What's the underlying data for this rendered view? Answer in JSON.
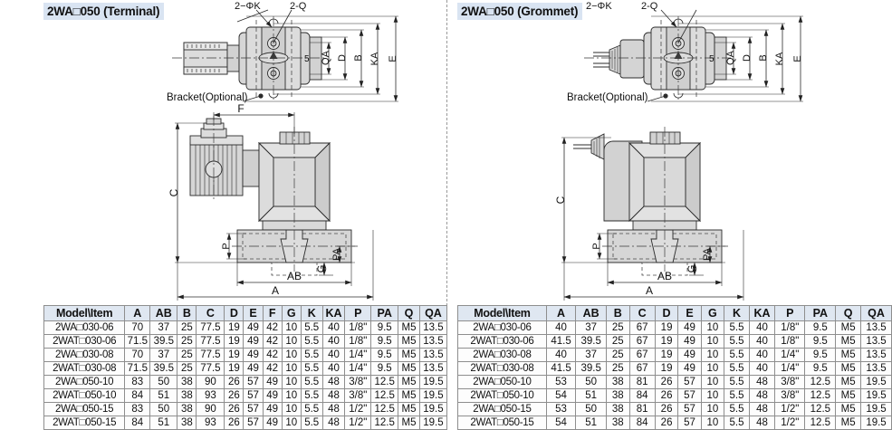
{
  "panels": {
    "left": {
      "title": "2WA□050 (Terminal)",
      "callouts": {
        "hole": "2−ΦK",
        "port": "2-Q",
        "bracket": "Bracket(Optional)",
        "center_mark": "5"
      },
      "top_view_dims": [
        "QA",
        "D",
        "B",
        "KA",
        "E"
      ],
      "front_view_dims": [
        "C",
        "F",
        "P",
        "PA",
        "G",
        "AB",
        "A"
      ],
      "table": {
        "headers": [
          "Model\\Item",
          "A",
          "AB",
          "B",
          "C",
          "D",
          "E",
          "F",
          "G",
          "K",
          "KA",
          "P",
          "PA",
          "Q",
          "QA"
        ],
        "rows": [
          [
            "2WA□030-06",
            "70",
            "37",
            "25",
            "77.5",
            "19",
            "49",
            "42",
            "10",
            "5.5",
            "40",
            "1/8\"",
            "9.5",
            "M5",
            "13.5"
          ],
          [
            "2WAT□030-06",
            "71.5",
            "39.5",
            "25",
            "77.5",
            "19",
            "49",
            "42",
            "10",
            "5.5",
            "40",
            "1/8\"",
            "9.5",
            "M5",
            "13.5"
          ],
          [
            "2WA□030-08",
            "70",
            "37",
            "25",
            "77.5",
            "19",
            "49",
            "42",
            "10",
            "5.5",
            "40",
            "1/4\"",
            "9.5",
            "M5",
            "13.5"
          ],
          [
            "2WAT□030-08",
            "71.5",
            "39.5",
            "25",
            "77.5",
            "19",
            "49",
            "42",
            "10",
            "5.5",
            "40",
            "1/4\"",
            "9.5",
            "M5",
            "13.5"
          ],
          [
            "2WA□050-10",
            "83",
            "50",
            "38",
            "90",
            "26",
            "57",
            "49",
            "10",
            "5.5",
            "48",
            "3/8\"",
            "12.5",
            "M5",
            "19.5"
          ],
          [
            "2WAT□050-10",
            "84",
            "51",
            "38",
            "93",
            "26",
            "57",
            "49",
            "10",
            "5.5",
            "48",
            "3/8\"",
            "12.5",
            "M5",
            "19.5"
          ],
          [
            "2WA□050-15",
            "83",
            "50",
            "38",
            "90",
            "26",
            "57",
            "49",
            "10",
            "5.5",
            "48",
            "1/2\"",
            "12.5",
            "M5",
            "19.5"
          ],
          [
            "2WAT□050-15",
            "84",
            "51",
            "38",
            "93",
            "26",
            "57",
            "49",
            "10",
            "5.5",
            "48",
            "1/2\"",
            "12.5",
            "M5",
            "19.5"
          ]
        ]
      }
    },
    "right": {
      "title": "2WA□050 (Grommet)",
      "callouts": {
        "hole": "2−ΦK",
        "port": "2-Q",
        "bracket": "Bracket(Optional)",
        "center_mark": "5"
      },
      "top_view_dims": [
        "QA",
        "D",
        "B",
        "KA",
        "E"
      ],
      "front_view_dims": [
        "C",
        "P",
        "PA",
        "G",
        "AB",
        "A"
      ],
      "table": {
        "headers": [
          "Model\\Item",
          "A",
          "AB",
          "B",
          "C",
          "D",
          "E",
          "G",
          "K",
          "KA",
          "P",
          "PA",
          "Q",
          "QA"
        ],
        "rows": [
          [
            "2WA□030-06",
            "40",
            "37",
            "25",
            "67",
            "19",
            "49",
            "10",
            "5.5",
            "40",
            "1/8\"",
            "9.5",
            "M5",
            "13.5"
          ],
          [
            "2WAT□030-06",
            "41.5",
            "39.5",
            "25",
            "67",
            "19",
            "49",
            "10",
            "5.5",
            "40",
            "1/8\"",
            "9.5",
            "M5",
            "13.5"
          ],
          [
            "2WA□030-08",
            "40",
            "37",
            "25",
            "67",
            "19",
            "49",
            "10",
            "5.5",
            "40",
            "1/4\"",
            "9.5",
            "M5",
            "13.5"
          ],
          [
            "2WAT□030-08",
            "41.5",
            "39.5",
            "25",
            "67",
            "19",
            "49",
            "10",
            "5.5",
            "40",
            "1/4\"",
            "9.5",
            "M5",
            "13.5"
          ],
          [
            "2WA□050-10",
            "53",
            "50",
            "38",
            "81",
            "26",
            "57",
            "10",
            "5.5",
            "48",
            "3/8\"",
            "12.5",
            "M5",
            "19.5"
          ],
          [
            "2WAT□050-10",
            "54",
            "51",
            "38",
            "84",
            "26",
            "57",
            "10",
            "5.5",
            "48",
            "3/8\"",
            "12.5",
            "M5",
            "19.5"
          ],
          [
            "2WA□050-15",
            "53",
            "50",
            "38",
            "81",
            "26",
            "57",
            "10",
            "5.5",
            "48",
            "1/2\"",
            "12.5",
            "M5",
            "19.5"
          ],
          [
            "2WAT□050-15",
            "54",
            "51",
            "38",
            "84",
            "26",
            "57",
            "10",
            "5.5",
            "48",
            "1/2\"",
            "12.5",
            "M5",
            "19.5"
          ]
        ]
      }
    }
  },
  "colors": {
    "title_highlight": "#d9e4f2",
    "table_header": "#dfe7f1",
    "body_fill": "#d9d9d9",
    "body_fill_light": "#e9e9e9",
    "outline": "#2b2b2b"
  }
}
